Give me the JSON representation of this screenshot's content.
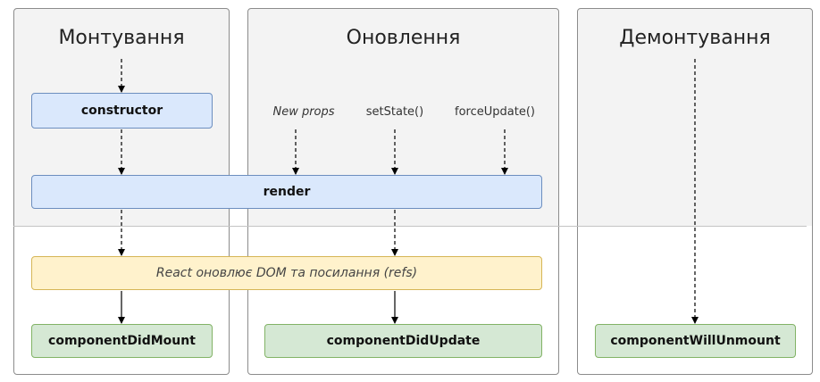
{
  "columns": {
    "mounting": "Монтування",
    "updating": "Оновлення",
    "unmounting": "Демонтування"
  },
  "boxes": {
    "constructor": "constructor",
    "render": "render",
    "react_updates": "React оновлює DOM та посилання (refs)",
    "did_mount": "componentDidMount",
    "did_update": "componentDidUpdate",
    "will_unmount": "componentWillUnmount"
  },
  "triggers": {
    "new_props": "New props",
    "set_state": "setState()",
    "force_update": "forceUpdate()"
  },
  "colors": {
    "blue_fill": "#dae8fc",
    "green_fill": "#d5e8d4",
    "yellow_fill": "#fff2cc"
  }
}
